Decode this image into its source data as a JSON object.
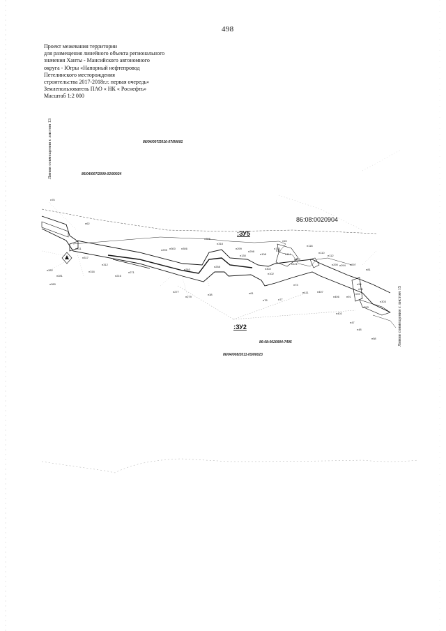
{
  "page_number": "498",
  "title_lines": [
    "Проект межевания территории",
    "для размещения линейного объекта регионального",
    "значения Ханты - Мансийского автономного",
    "округа - Югры «Напорный нефтепровод",
    "Петелинского месторождения",
    "строительства 2017-2018г.г. первая очередь»",
    "Землепользователь ПАО « НК « Роснефть»",
    "Масштаб 1:2 000"
  ],
  "side_note_left": "Линия совмещения с листом 13",
  "side_note_right": "Линия совмещения с листом 15",
  "cadastral_quarter": "86:08:0020904",
  "zones": [
    ":ЗУ5",
    ":ЗУ2"
  ],
  "cadastral_labels": [
    "86/04/007/2010-07/00091",
    "86/04/007/2009-02/00024",
    "86:08:0020904:7495",
    "86/04/008/2011-05/00023"
  ],
  "point_labels": [
    "н75",
    "н62",
    "н311",
    "н317",
    "н300",
    "н305",
    "н306",
    "н318",
    "н299",
    "н298",
    "н15",
    "н16",
    "н113",
    "н114",
    "н118",
    "н120",
    "н121",
    "н112",
    "н110",
    "н294",
    "н297",
    "н81",
    "н96",
    "н95",
    "н93",
    "н91",
    "н290",
    "н263",
    "н258",
    "н279",
    "н277",
    "н271",
    "н216",
    "н312",
    "н316",
    "н280",
    "н281",
    "н282",
    "н38",
    "н61",
    "н78",
    "н77",
    "н73",
    "н411",
    "н407",
    "н406",
    "н402",
    "н47",
    "н48",
    "н58",
    "н303",
    "н302",
    "н130",
    "н108",
    "н102",
    "н295",
    "н293"
  ]
}
